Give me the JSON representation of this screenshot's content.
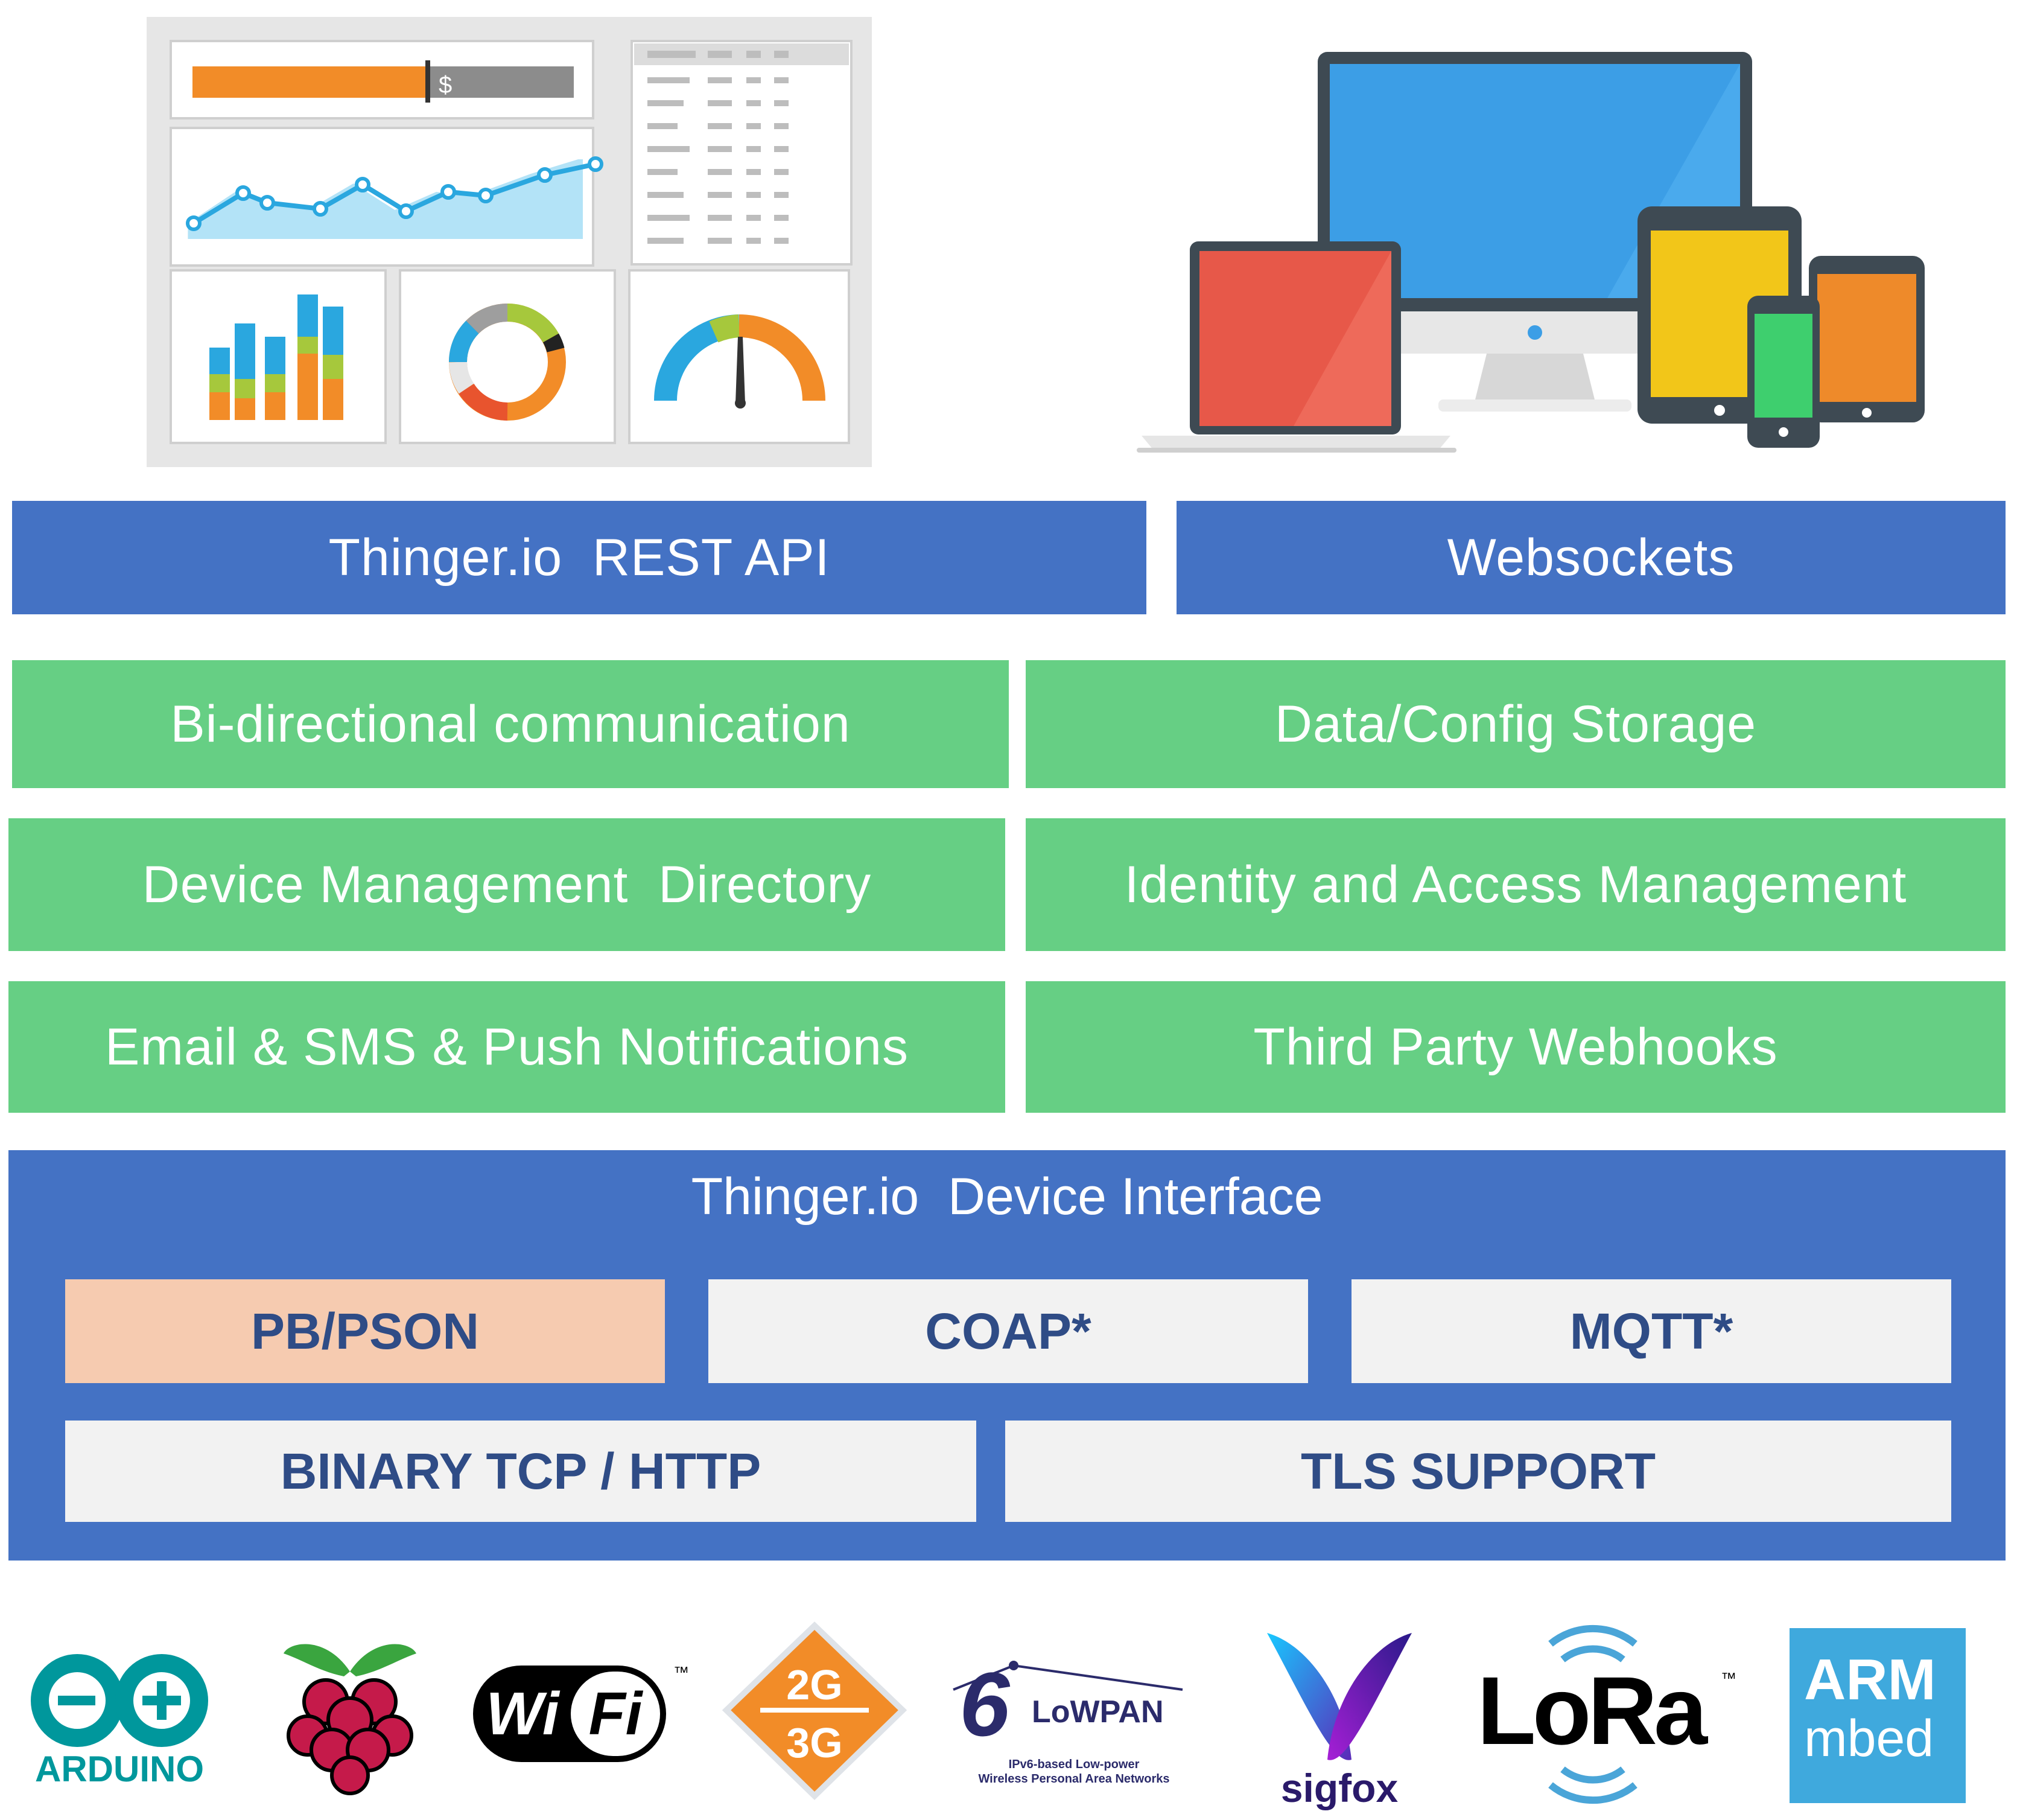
{
  "api_layer": {
    "rest_api": "Thinger.io  REST API",
    "websockets": "Websockets"
  },
  "services": [
    "Bi-directional communication",
    "Data/Config Storage",
    "Device Management  Directory",
    "Identity and Access Management",
    "Email & SMS & Push Notifications",
    "Third Party Webhooks"
  ],
  "device_interface": {
    "title": "Thinger.io  Device Interface",
    "protocols": [
      "PB/PSON",
      "COAP*",
      "MQTT*"
    ],
    "transports": [
      "BINARY TCP / HTTP",
      "TLS SUPPORT"
    ]
  },
  "dashboard_gauge_marks": {
    "currency": "$"
  },
  "logos": {
    "arduino": "ARDUINO",
    "wifi_left": "Wi",
    "wifi_right": "Fi",
    "wifi_tm": "™",
    "cellular_top": "2G",
    "cellular_bottom": "3G",
    "lowpan_digit": "6",
    "lowpan_name": "LoWPAN",
    "lowpan_tagline_1": "IPv6-based Low-power",
    "lowpan_tagline_2": "Wireless Personal Area Networks",
    "sigfox": "sigfox",
    "lora": "LoRa",
    "lora_tm": "™",
    "arm": "ARM",
    "mbed": "mbed"
  },
  "colors": {
    "api_blue": "#4472c4",
    "service_green": "#66cf84",
    "protocol_grey": "#f2f2f2",
    "protocol_highlight": "#f6cbb0",
    "protocol_text": "#2f4c86"
  },
  "icons": [
    "dashboard-illustration",
    "devices-illustration",
    "arduino-logo",
    "raspberry-pi-logo",
    "wifi-logo",
    "cellular-2g-3g-logo",
    "6lowpan-logo",
    "sigfox-logo",
    "lora-logo",
    "arm-mbed-logo"
  ]
}
